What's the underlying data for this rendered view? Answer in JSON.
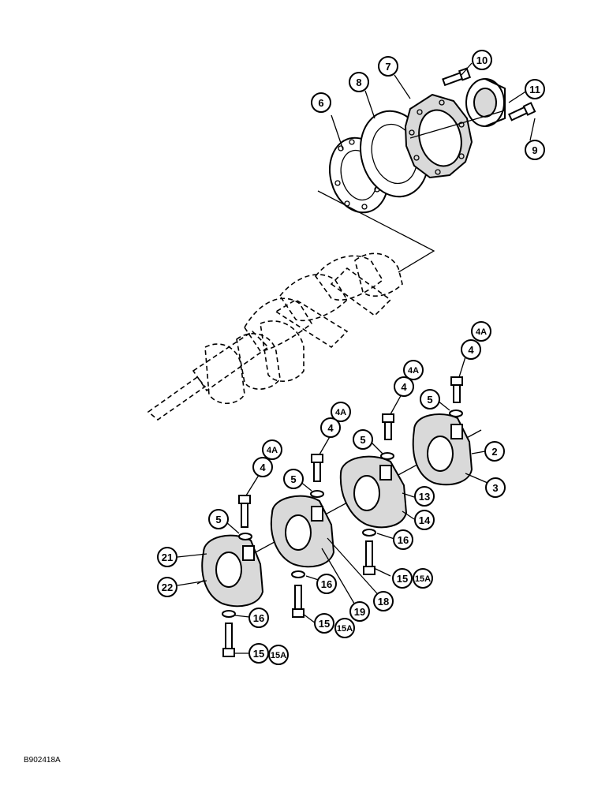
{
  "figure_ref": "B902418A",
  "parts": {
    "p2": "2",
    "p3": "3",
    "p4": "4",
    "p4a": "4A",
    "p5": "5",
    "p6": "6",
    "p7": "7",
    "p8": "8",
    "p9": "9",
    "p10": "10",
    "p11": "11",
    "p13": "13",
    "p14": "14",
    "p15": "15",
    "p15a": "15A",
    "p16": "16",
    "p18": "18",
    "p19": "19",
    "p21": "21",
    "p22": "22"
  }
}
